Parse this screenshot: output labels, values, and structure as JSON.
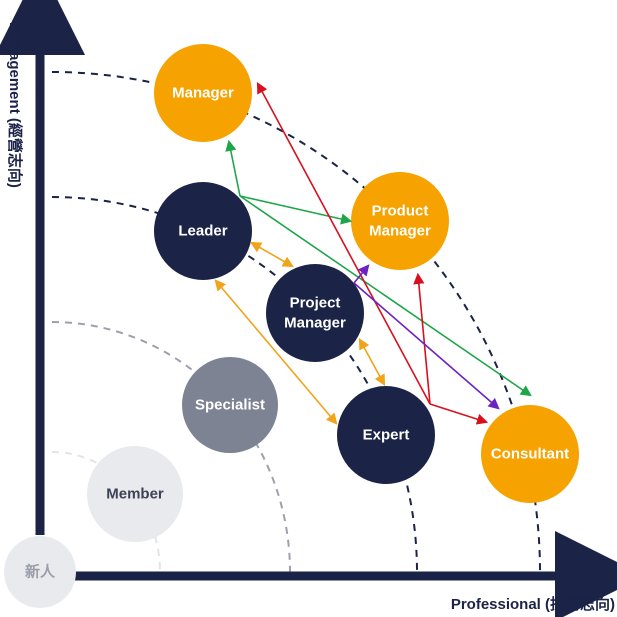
{
  "axes": {
    "y_label": "Management (經營志向)",
    "x_label": "Professional (技術志向)"
  },
  "colors": {
    "navy": "#1b2347",
    "orange": "#f6a200",
    "gray": "#7d8393",
    "light_gray": "#e9eaee",
    "green": "#1fa64a",
    "red": "#d8101e",
    "purple": "#6a22c0",
    "amber": "#f1a41a"
  },
  "nodes": {
    "origin": "新人",
    "member": "Member",
    "specialist": "Specialist",
    "leader": "Leader",
    "project_manager": [
      "Project",
      "Manager"
    ],
    "expert": "Expert",
    "manager": "Manager",
    "product_manager": [
      "Product",
      "Manager"
    ],
    "consultant": "Consultant"
  }
}
